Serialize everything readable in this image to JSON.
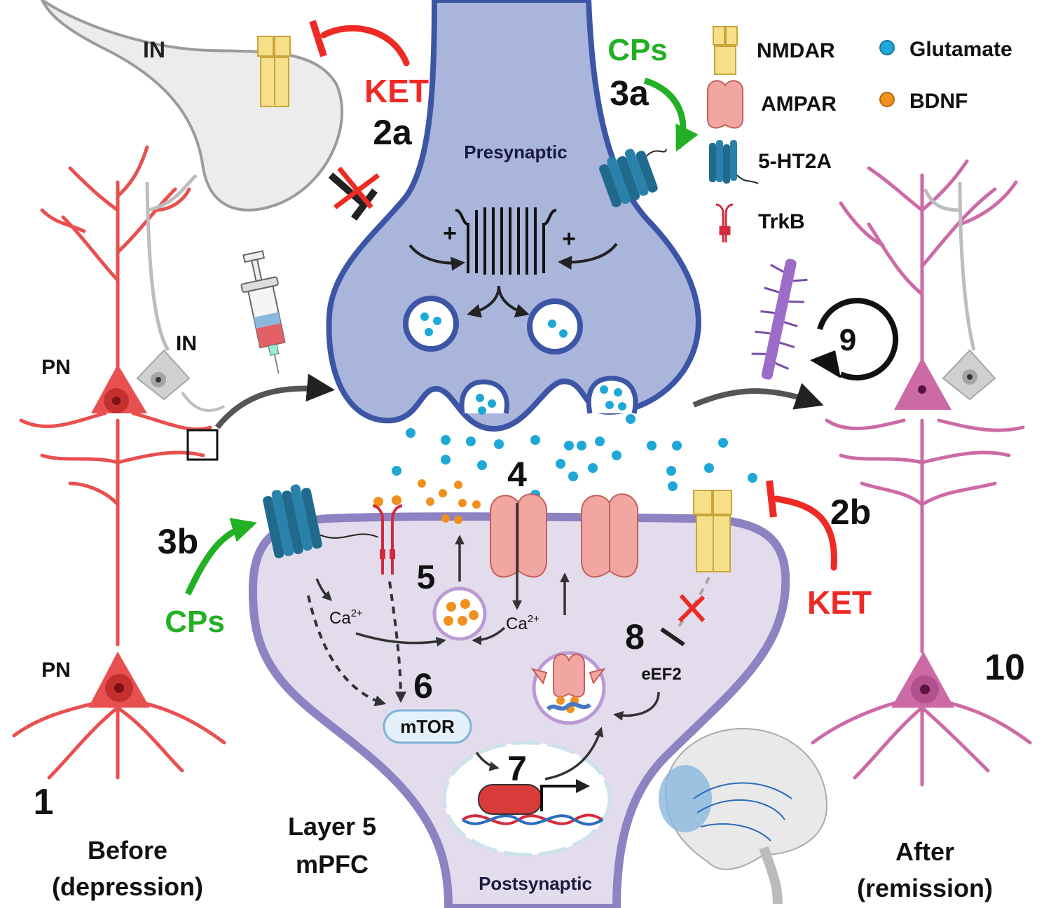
{
  "labels": {
    "in_top": "IN",
    "ket_top": "KET",
    "step_2a": "2a",
    "cps_top": "CPs",
    "step_3a": "3a",
    "presynaptic": "Presynaptic",
    "plus_left": "+",
    "plus_right": "+",
    "pn_top": "PN",
    "in_mid": "IN",
    "step_9": "9",
    "step_4": "4",
    "step_2b": "2b",
    "ket_right": "KET",
    "step_3b": "3b",
    "cps_left": "CPs",
    "step_5": "5",
    "ca_left": "Ca",
    "ca_left_sup": "2+",
    "ca_mid": "Ca",
    "ca_mid_sup": "2+",
    "step_8": "8",
    "eef2": "eEF2",
    "step_6": "6",
    "mtor": "mTOR",
    "step_7": "7",
    "pn_bottom": "PN",
    "step_10": "10",
    "step_1": "1",
    "before_line1": "Before",
    "before_line2": "(depression)",
    "layer_line1": "Layer 5",
    "layer_line2": "mPFC",
    "postsynaptic": "Postsynaptic",
    "after_line1": "After",
    "after_line2": "(remission)"
  },
  "legend": {
    "nmdar": "NMDAR",
    "ampar": "AMPAR",
    "ht2a": "5-HT2A",
    "trkb": "TrkB",
    "glutamate": "Glutamate",
    "bdnf": "BDNF"
  },
  "colors": {
    "pn_before": "#e8504f",
    "pn_after": "#cc6aa6",
    "interneuron": "#bdbdbd",
    "presynaptic_fill": "#aab5dc",
    "presynaptic_stroke": "#3c55a5",
    "postsynaptic_fill": "#e3dcec",
    "postsynaptic_stroke": "#8d82c2",
    "ket_red": "#ee2a24",
    "cps_green": "#22b024",
    "glutamate": "#1ea8d8",
    "bdnf": "#f0901e",
    "nmdar": "#f7df8a",
    "ampar": "#f2a6a2",
    "ht2a": "#1f6a8d",
    "trkb": "#d42a3c"
  },
  "icons": [
    "syringe-icon",
    "brain-icon",
    "dna-icon",
    "nmdar-icon",
    "ampar-icon",
    "5ht2a-icon",
    "trkb-icon",
    "recycle-arrow-icon"
  ]
}
